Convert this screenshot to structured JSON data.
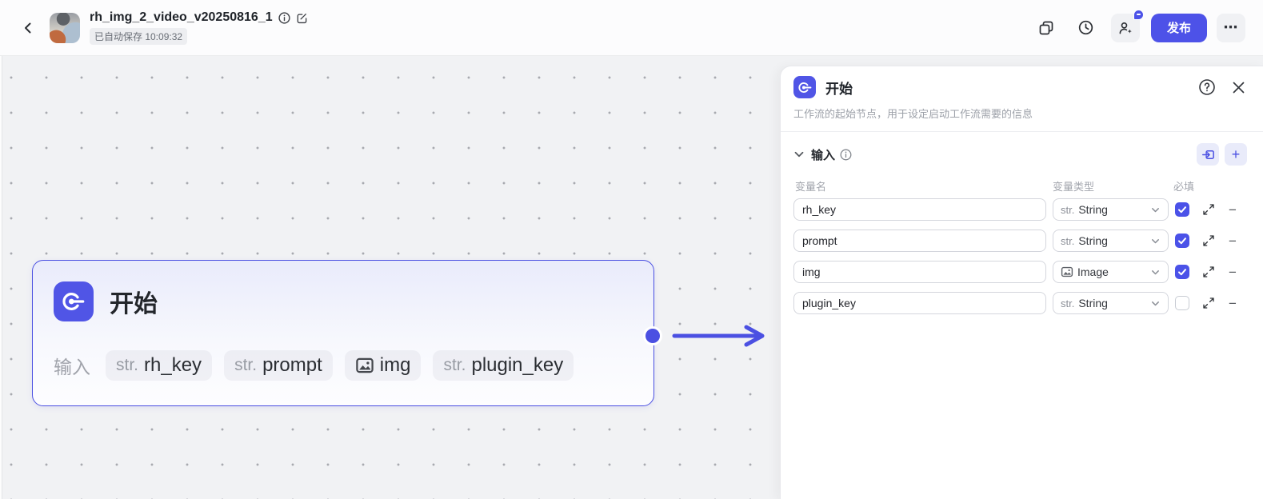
{
  "colors": {
    "accent": "#4d52e8",
    "node_border": "#4b50e2"
  },
  "icons": {
    "more": "⋯",
    "plus": "+",
    "minus": "−"
  },
  "topbar": {
    "title": "rh_img_2_video_v20250816_1",
    "autosave": "已自动保存 10:09:32",
    "publish_label": "发布"
  },
  "canvas": {
    "node": {
      "title": "开始",
      "inputs_label": "输入",
      "tags": [
        {
          "prefix": "str.",
          "name": "rh_key"
        },
        {
          "prefix": "str.",
          "name": "prompt"
        },
        {
          "icon": "image-icon",
          "name": "img"
        },
        {
          "prefix": "str.",
          "name": "plugin_key"
        }
      ]
    }
  },
  "panel": {
    "title": "开始",
    "description": "工作流的起始节点，用于设定启动工作流需要的信息",
    "section_title": "输入",
    "columns": {
      "name": "变量名",
      "type": "变量类型",
      "required": "必填"
    },
    "rows": [
      {
        "name": "rh_key",
        "type_prefix": "str.",
        "type": "String",
        "required": true
      },
      {
        "name": "prompt",
        "type_prefix": "str.",
        "type": "String",
        "required": true
      },
      {
        "name": "img",
        "icon": "image-icon",
        "type": "Image",
        "required": true
      },
      {
        "name": "plugin_key",
        "type_prefix": "str.",
        "type": "String",
        "required": false
      }
    ]
  }
}
